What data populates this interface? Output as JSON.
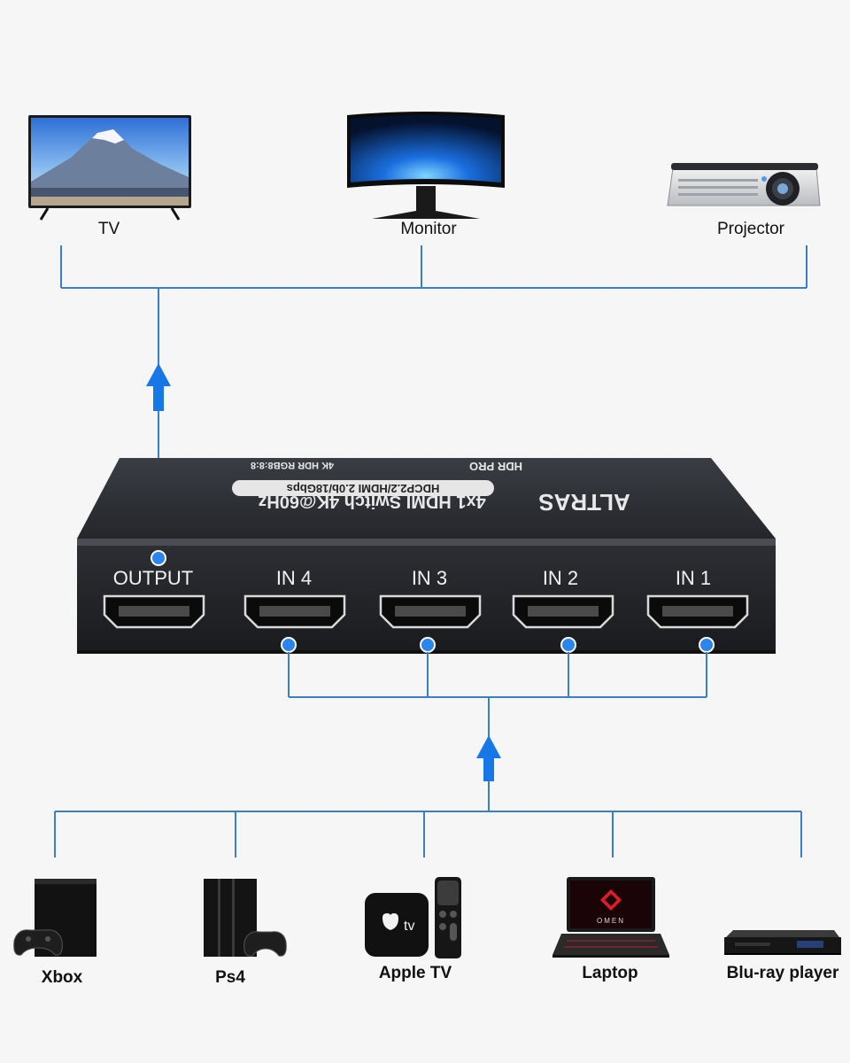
{
  "colors": {
    "line": "#3d7fc4",
    "arrow": "#1877e6",
    "dot": "#2a86ee",
    "device_body": "#2a2c30",
    "background": "#f6f6f6"
  },
  "outputs": [
    {
      "label": "TV",
      "icon": "tv-icon"
    },
    {
      "label": "Monitor",
      "icon": "curved-monitor-icon"
    },
    {
      "label": "Projector",
      "icon": "projector-icon"
    }
  ],
  "switch": {
    "brand": "ALTRAS",
    "title": "4x1 HDMI Switch 4K@60Hz",
    "specs": "HDCP2.2/HDMI 2.0b/18Gbps",
    "features": "HDR PRO",
    "small_text": "4K HDR  RGB8:8:8",
    "ports": [
      "OUTPUT",
      "IN 4",
      "IN 3",
      "IN 2",
      "IN 1"
    ]
  },
  "sources": [
    {
      "label": "Xbox",
      "icon": "xbox-console-icon"
    },
    {
      "label": "Ps4",
      "icon": "ps4-console-icon"
    },
    {
      "label": "Apple TV",
      "icon": "apple-tv-icon"
    },
    {
      "label": "Laptop",
      "icon": "laptop-icon"
    },
    {
      "label": "Blu-ray player",
      "icon": "bluray-player-icon"
    }
  ],
  "product_text": {
    "apple_tv_logo": "tv",
    "laptop_logo": "OMEN"
  }
}
